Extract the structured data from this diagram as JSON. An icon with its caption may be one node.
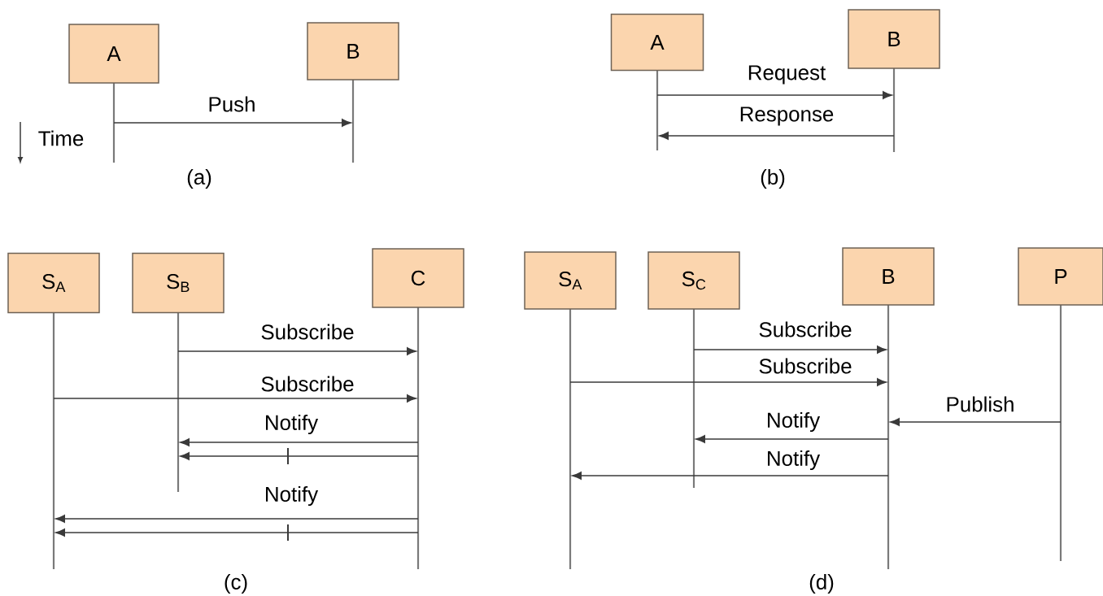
{
  "diagram": {
    "nodes": [
      {
        "text": [
          "A"
        ]
      },
      {
        "text": [
          "B"
        ]
      },
      {
        "text": [
          "A"
        ]
      },
      {
        "text": [
          "B"
        ]
      },
      {
        "text": [
          "S$_{A}$"
        ]
      },
      {
        "text": [
          "S$_{B}$"
        ]
      },
      {
        "text": [
          "C"
        ]
      },
      {
        "text": [
          "S$_{A}$"
        ]
      },
      {
        "text": [
          "S$_{C}$"
        ]
      },
      {
        "text": [
          "B"
        ]
      },
      {
        "text": [
          "P"
        ]
      },
      {
        "text": [],
        "shape": "line"
      },
      {
        "text": [],
        "shape": "line"
      },
      {
        "text": [],
        "shape": "line"
      },
      {
        "text": [],
        "shape": "line"
      },
      {
        "text": [],
        "shape": "line"
      },
      {
        "text": [],
        "shape": "line"
      },
      {
        "text": [],
        "shape": "line"
      },
      {
        "text": [],
        "shape": "line"
      },
      {
        "text": [],
        "shape": "line"
      },
      {
        "text": [],
        "shape": "line"
      },
      {
        "text": [],
        "shape": "line"
      }
    ],
    "edges": [
      {
        "from": 11,
        "to": 12,
        "arrow": "to",
        "label": "Push"
      },
      {
        "from": 13,
        "to": 14,
        "arrow": "to",
        "label": "Request"
      },
      {
        "from": 14,
        "to": 13,
        "arrow": "to",
        "label": "Response"
      },
      {
        "from": 16,
        "to": 17,
        "arrow": "to",
        "label": "Subscribe"
      },
      {
        "from": 15,
        "to": 17,
        "arrow": "to",
        "label": "Subscribe"
      },
      {
        "from": 17,
        "to": 16,
        "arrow": "to",
        "label": "Notify"
      },
      {
        "from": 17,
        "to": 16,
        "arrow": "to"
      },
      {
        "from": 17,
        "to": 15,
        "arrow": "to",
        "label": "Notify"
      },
      {
        "from": 17,
        "to": 15,
        "arrow": "to"
      },
      {
        "from": 19,
        "to": 20,
        "arrow": "to",
        "label": "Subscribe"
      },
      {
        "from": 18,
        "to": 20,
        "arrow": "to",
        "label": "Subscribe"
      },
      {
        "from": 21,
        "to": 20,
        "arrow": "to",
        "label": "Publish"
      },
      {
        "from": 20,
        "to": 19,
        "arrow": "to",
        "label": "Notify"
      },
      {
        "from": 20,
        "to": 18,
        "arrow": "to",
        "label": "Notify"
      }
    ],
    "labels": [
      "Time",
      "(a)",
      "(b)",
      "(c)",
      "(d)"
    ]
  }
}
